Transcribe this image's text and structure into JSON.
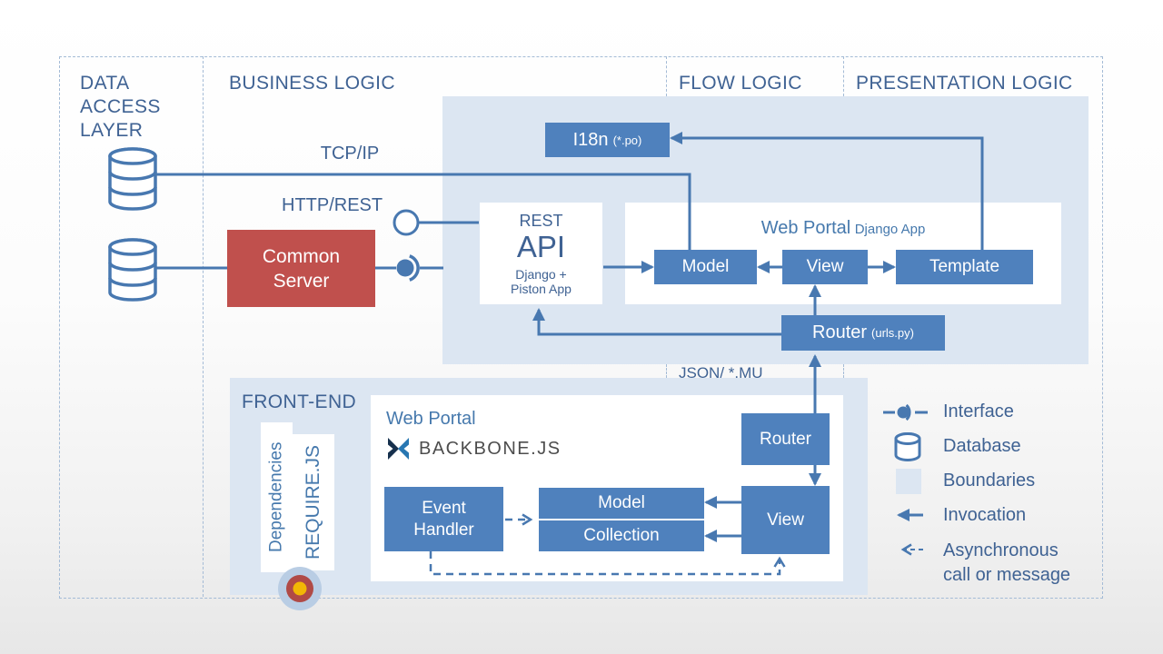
{
  "colors": {
    "accent_blue": "#4f81bd",
    "accent_red": "#c0504d",
    "boundary_fill": "#dce6f2",
    "line_blue": "#4878b0",
    "label_blue": "#3f6293",
    "bright_blue": "#4679ad",
    "dash_border": "#a4bbd6",
    "backbone_dark": "#16304d",
    "backbone_light": "#2877b2",
    "backbone_text": "#4d4d4d",
    "target_outer": "#b9cde4",
    "target_mid": "#b04a46",
    "target_inner": "#f2b705"
  },
  "headers": {
    "data_access_lines": [
      "DATA",
      "ACCESS",
      "LAYER"
    ],
    "business": "BUSINESS LOGIC",
    "flow": "FLOW LOGIC",
    "presentation": "PRESENTATION LOGIC"
  },
  "labels": {
    "tcp": "TCP/IP",
    "http": "HTTP/REST",
    "json": "JSON/ *.MU",
    "front_end": "FRONT-END"
  },
  "business": {
    "common_server_lines": [
      "Common",
      "Server"
    ],
    "rest_api": {
      "l1": "REST",
      "l2": "API",
      "l3": "Django +",
      "l4": "Piston App"
    },
    "i18n": {
      "label": "I18n",
      "suffix": "(*.po)"
    },
    "web_portal": {
      "title": "Web Portal",
      "subtitle": "Django App",
      "model": "Model",
      "view": "View",
      "template": "Template"
    },
    "router": {
      "label": "Router",
      "suffix": "(urls.py)"
    }
  },
  "frontend": {
    "title": "Web Portal",
    "backbone": "BACKBONE.JS",
    "dependencies": "Dependencies",
    "requirejs": "REQUIRE.JS",
    "router": "Router",
    "view": "View",
    "event_handler_lines": [
      "Event",
      "Handler"
    ],
    "model": "Model",
    "collection": "Collection"
  },
  "legend": {
    "interface": "Interface",
    "database": "Database",
    "boundaries": "Boundaries",
    "invocation": "Invocation",
    "async_lines": [
      "Asynchronous",
      "call or message"
    ]
  }
}
